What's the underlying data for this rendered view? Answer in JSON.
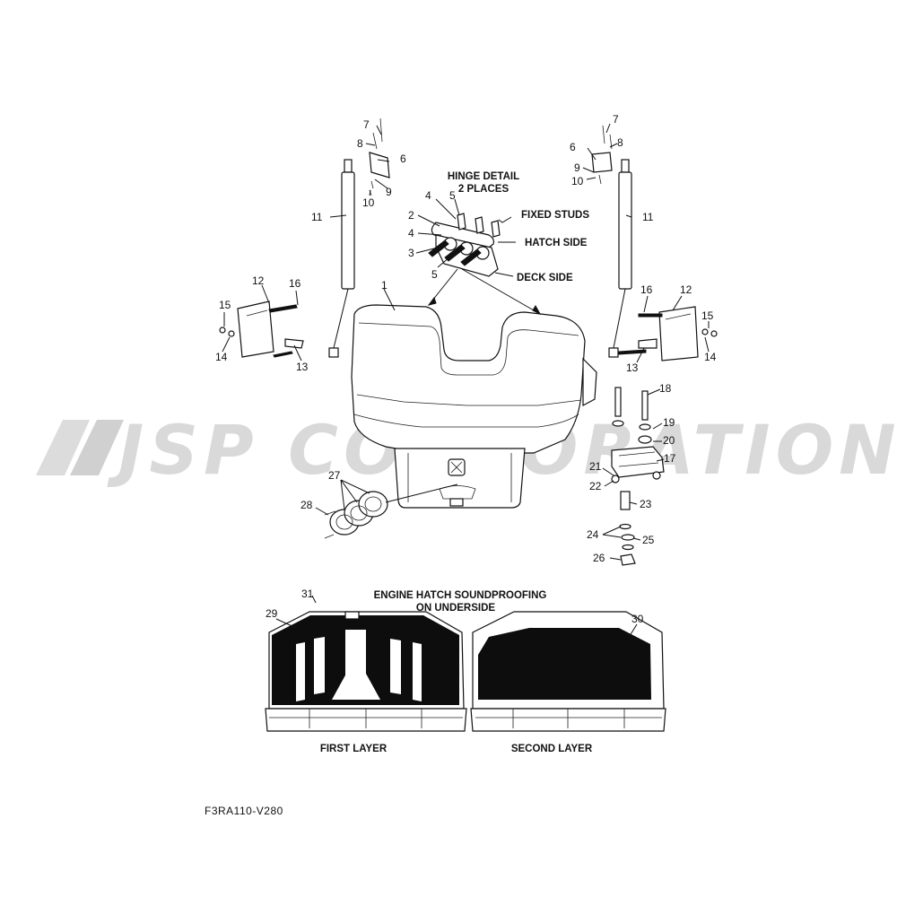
{
  "watermark": {
    "text": "JSP CORPORATION"
  },
  "captions": {
    "hinge_detail_line1": "HINGE DETAIL",
    "hinge_detail_line2": "2 PLACES",
    "fixed_studs": "FIXED STUDS",
    "hatch_side": "HATCH SIDE",
    "deck_side": "DECK SIDE",
    "soundproofing_line1": "ENGINE HATCH SOUNDPROOFING",
    "soundproofing_line2": "ON UNDERSIDE",
    "first_layer": "FIRST LAYER",
    "second_layer": "SECOND LAYER"
  },
  "diagram_code": "F3RA110-V280",
  "callouts": [
    "1",
    "2",
    "3",
    "4",
    "4",
    "5",
    "5",
    "6",
    "6",
    "7",
    "7",
    "8",
    "8",
    "9",
    "9",
    "10",
    "10",
    "11",
    "11",
    "12",
    "12",
    "13",
    "13",
    "14",
    "14",
    "15",
    "15",
    "16",
    "16",
    "17",
    "18",
    "19",
    "20",
    "21",
    "22",
    "23",
    "24",
    "25",
    "26",
    "27",
    "28",
    "29",
    "30",
    "31"
  ]
}
